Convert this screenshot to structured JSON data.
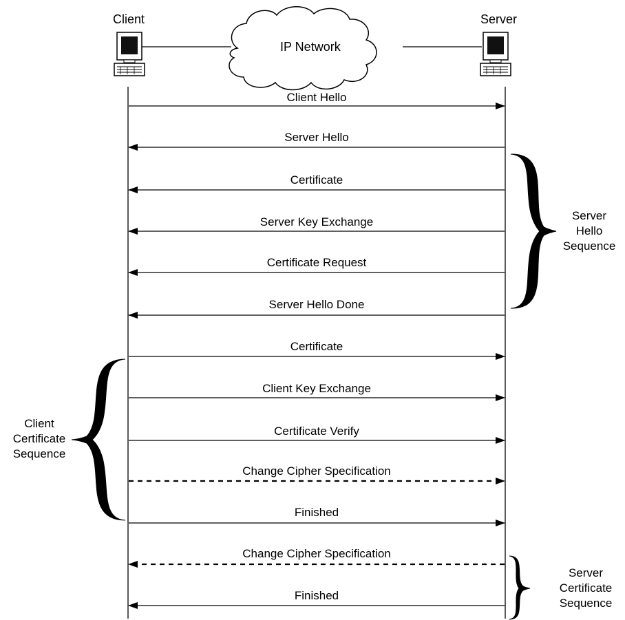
{
  "participants": {
    "client": {
      "label": "Client",
      "icon": "computer-icon"
    },
    "server": {
      "label": "Server",
      "icon": "computer-icon"
    }
  },
  "network": {
    "label": "IP Network",
    "icon": "cloud-icon"
  },
  "messages": [
    {
      "label": "Client Hello",
      "direction": "client-to-server",
      "style": "solid"
    },
    {
      "label": "Server Hello",
      "direction": "server-to-client",
      "style": "solid"
    },
    {
      "label": "Certificate",
      "direction": "server-to-client",
      "style": "solid"
    },
    {
      "label": "Server Key Exchange",
      "direction": "server-to-client",
      "style": "solid"
    },
    {
      "label": "Certificate Request",
      "direction": "server-to-client",
      "style": "solid"
    },
    {
      "label": "Server Hello Done",
      "direction": "server-to-client",
      "style": "solid"
    },
    {
      "label": "Certificate",
      "direction": "client-to-server",
      "style": "solid"
    },
    {
      "label": "Client Key Exchange",
      "direction": "client-to-server",
      "style": "solid"
    },
    {
      "label": "Certificate Verify",
      "direction": "client-to-server",
      "style": "solid"
    },
    {
      "label": "Change Cipher Specification",
      "direction": "client-to-server",
      "style": "dashed"
    },
    {
      "label": "Finished",
      "direction": "client-to-server",
      "style": "solid"
    },
    {
      "label": "Change Cipher Specification",
      "direction": "server-to-client",
      "style": "dashed"
    },
    {
      "label": "Finished",
      "direction": "server-to-client",
      "style": "solid"
    }
  ],
  "groups": {
    "server_hello": {
      "lines": [
        "Server",
        "Hello",
        "Sequence"
      ]
    },
    "client_certificate": {
      "lines": [
        "Client",
        "Certificate",
        "Sequence"
      ]
    },
    "server_certificate": {
      "lines": [
        "Server",
        "Certificate",
        "Sequence"
      ]
    }
  }
}
